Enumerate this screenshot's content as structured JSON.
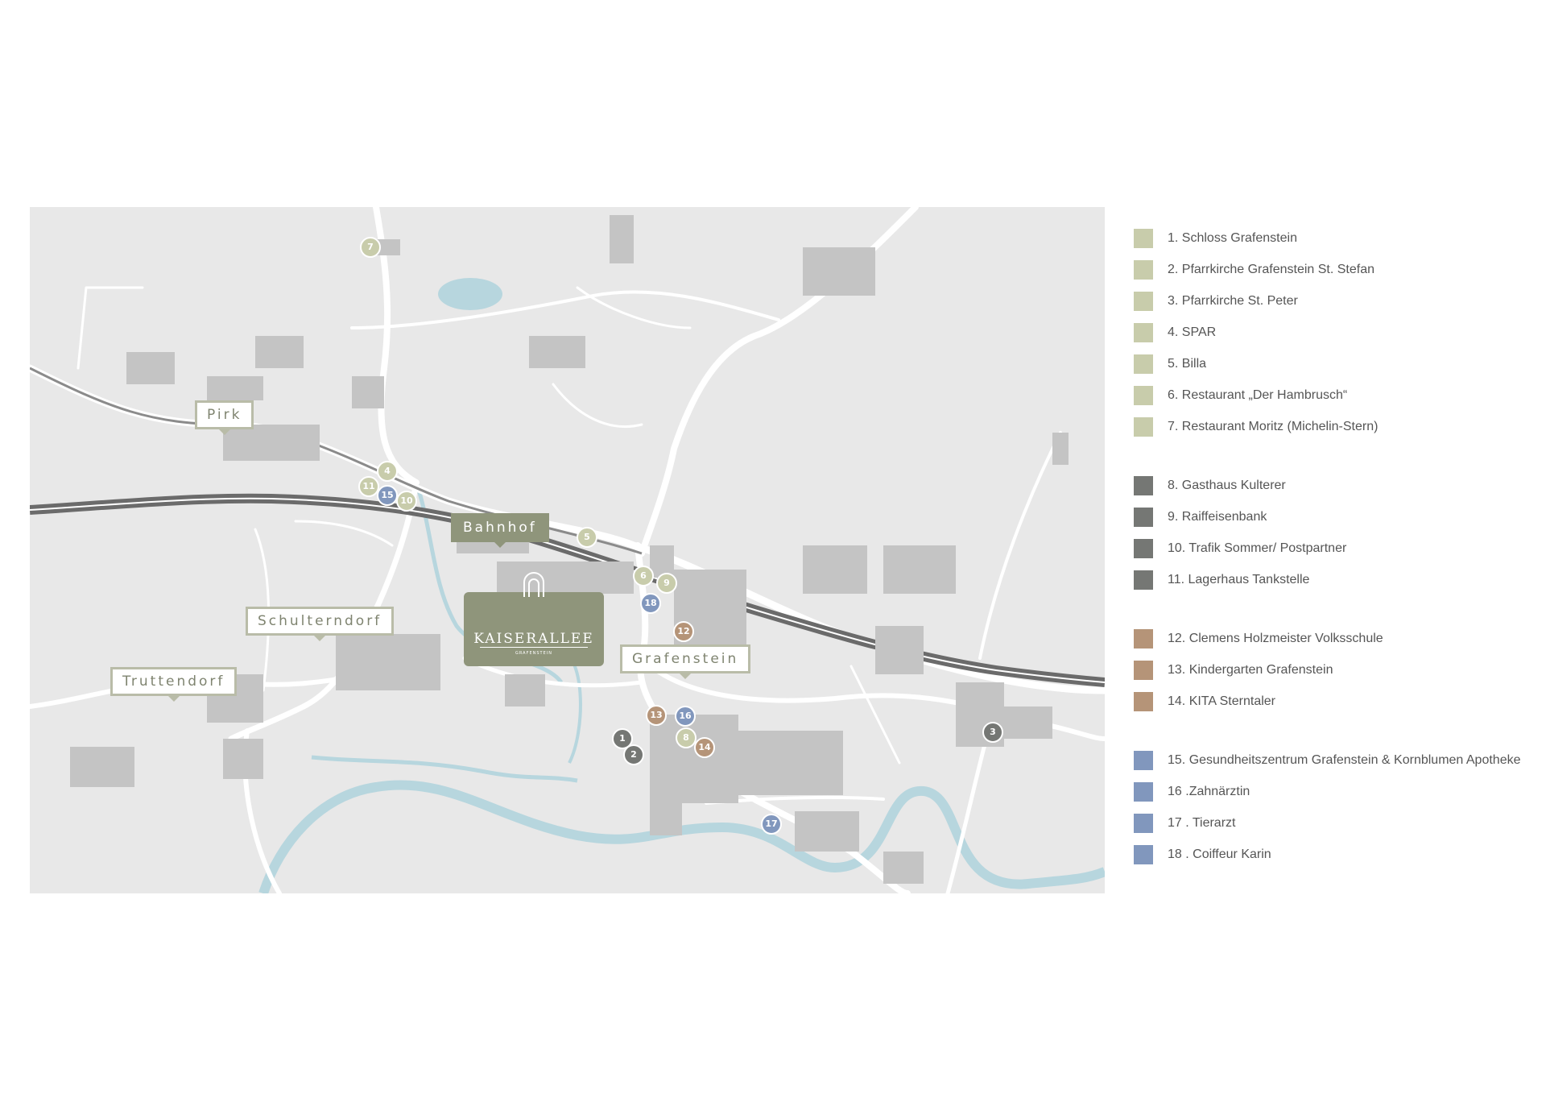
{
  "colors": {
    "group_attractions": "#c8ccab",
    "group_services": "#757774",
    "group_education": "#b59478",
    "group_health": "#8197bd",
    "map_background": "#e8e8e8",
    "roads": "#ffffff",
    "water": "#b7d6de",
    "buildings": "#c4c4c4",
    "highway": "#6b6b6b"
  },
  "map": {
    "places": {
      "pirk": "Pirk",
      "bahnhof": "Bahnhof",
      "schulterndorf": "Schulterndorf",
      "truttendorf": "Truttendorf",
      "grafenstein": "Grafenstein"
    },
    "project": {
      "name": "KAISERALLEE",
      "subtitle": "GRAFENSTEIN",
      "icon": "arch-icon"
    }
  },
  "markers": [
    {
      "number": "1",
      "group": "services"
    },
    {
      "number": "2",
      "group": "services"
    },
    {
      "number": "3",
      "group": "services"
    },
    {
      "number": "4",
      "group": "attractions"
    },
    {
      "number": "5",
      "group": "attractions"
    },
    {
      "number": "6",
      "group": "attractions"
    },
    {
      "number": "7",
      "group": "attractions"
    },
    {
      "number": "8",
      "group": "attractions"
    },
    {
      "number": "9",
      "group": "attractions"
    },
    {
      "number": "10",
      "group": "attractions"
    },
    {
      "number": "11",
      "group": "attractions"
    },
    {
      "number": "12",
      "group": "education"
    },
    {
      "number": "13",
      "group": "education"
    },
    {
      "number": "14",
      "group": "education"
    },
    {
      "number": "15",
      "group": "health"
    },
    {
      "number": "16",
      "group": "health"
    },
    {
      "number": "17",
      "group": "health"
    },
    {
      "number": "18",
      "group": "health"
    }
  ],
  "legend": {
    "groups": [
      {
        "color": "#c8ccab",
        "items": [
          "1. Schloss Grafenstein",
          "2. Pfarrkirche Grafenstein St. Stefan",
          "3. Pfarrkirche St. Peter",
          "4. SPAR",
          "5. Billa",
          "6. Restaurant „Der Hambrusch“",
          "7. Restaurant Moritz (Michelin-Stern)"
        ]
      },
      {
        "color": "#757774",
        "items": [
          "8. Gasthaus Kulterer",
          "9. Raiffeisenbank",
          "10. Trafik Sommer/ Postpartner",
          "11. Lagerhaus Tankstelle"
        ]
      },
      {
        "color": "#b59478",
        "items": [
          "12. Clemens Holzmeister Volksschule",
          "13. Kindergarten Grafenstein",
          "14. KITA Sterntaler"
        ]
      },
      {
        "color": "#8197bd",
        "items": [
          "15. Gesundheitszentrum Grafenstein & Kornblumen Apotheke",
          "16 .Zahnärztin",
          "17 . Tierarzt",
          "18 . Coiffeur Karin"
        ]
      }
    ]
  }
}
